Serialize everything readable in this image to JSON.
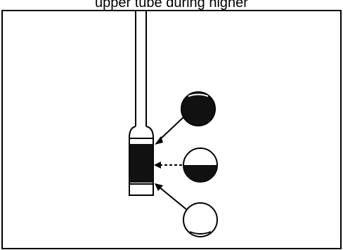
{
  "caption": "upper tube during higher",
  "colors": {
    "ink": "#000000",
    "paper": "#ffffff",
    "tube_fill": "#111111",
    "line_gray": "#333333"
  },
  "diagram": {
    "subject": "vertical tube with liquid column and three circular level indicators",
    "indicators": [
      {
        "state": "full"
      },
      {
        "state": "half"
      },
      {
        "state": "empty"
      }
    ]
  }
}
